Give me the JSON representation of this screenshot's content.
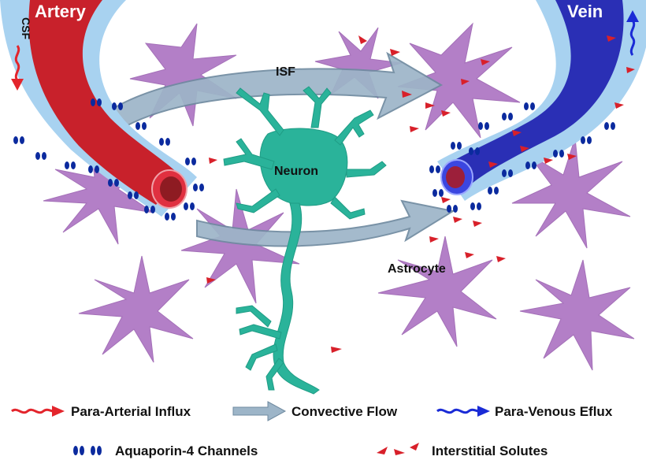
{
  "labels": {
    "artery": "Artery",
    "vein": "Vein",
    "csf": "CSF",
    "isf": "ISF",
    "neuron": "Neuron",
    "astrocyte": "Astrocyte"
  },
  "legend": {
    "para_arterial_influx": "Para-Arterial Influx",
    "convective_flow": "Convective Flow",
    "para_venous_eflux": "Para-Venous Eflux",
    "aquaporin_channels": "Aquaporin-4 Channels",
    "interstitial_solutes": "Interstitial Solutes"
  },
  "colors": {
    "artery": "#c8212b",
    "artery_lumen": "#8e1b22",
    "vein": "#2a2fb5",
    "vein_lumen": "#9c1f3a",
    "csf_sheath": "#a8d2f0",
    "astrocyte": "#b37fc7",
    "neuron": "#2ab39a",
    "convective_flow": "#9db5c8",
    "aquaporin": "#0b2a9e",
    "solute": "#d8202a",
    "influx_arrow": "#e3252c",
    "eflux_arrow": "#1a2bd6"
  }
}
